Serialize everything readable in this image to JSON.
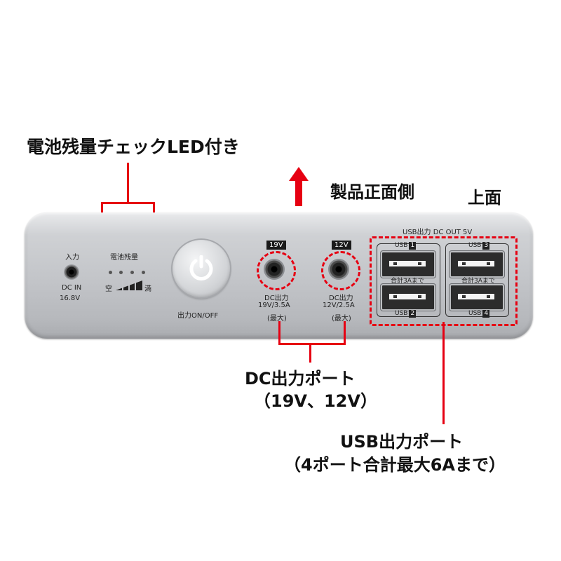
{
  "callouts": {
    "battery_led": "電池残量チェックLED付き",
    "front_side": "製品正面側",
    "top_face": "上面",
    "dc_output_line1": "DC出力ポート",
    "dc_output_line2": "（19V、12V）",
    "usb_output_line1": "USB出力ポート",
    "usb_output_line2": "（4ポート合計最大6Aまで）"
  },
  "panel": {
    "input_label": "入力",
    "dc_in_label": "DC IN",
    "dc_in_voltage": "16.8V",
    "battery_label": "電池残量",
    "battery_empty": "空",
    "battery_full": "満",
    "power_label": "出力ON/OFF",
    "dc19": {
      "badge": "19V",
      "line1": "DC出力",
      "line2": "19V/3.5A",
      "line3": "(最大)"
    },
    "dc12": {
      "badge": "12V",
      "line1": "DC出力",
      "line2": "12V/2.5A",
      "line3": "(最大)"
    },
    "usb_header": "USB出力 DC OUT 5V",
    "usb_left_total": "合計3Aまで",
    "usb_right_total": "合計3Aまで",
    "usb_prefix": "USB",
    "usb1": "1",
    "usb2": "2",
    "usb3": "3",
    "usb4": "4"
  },
  "colors": {
    "accent": "#e60012",
    "panel": "#c4c6ca"
  },
  "icons": {
    "arrow": "arrow-up-icon",
    "power": "power-icon"
  }
}
